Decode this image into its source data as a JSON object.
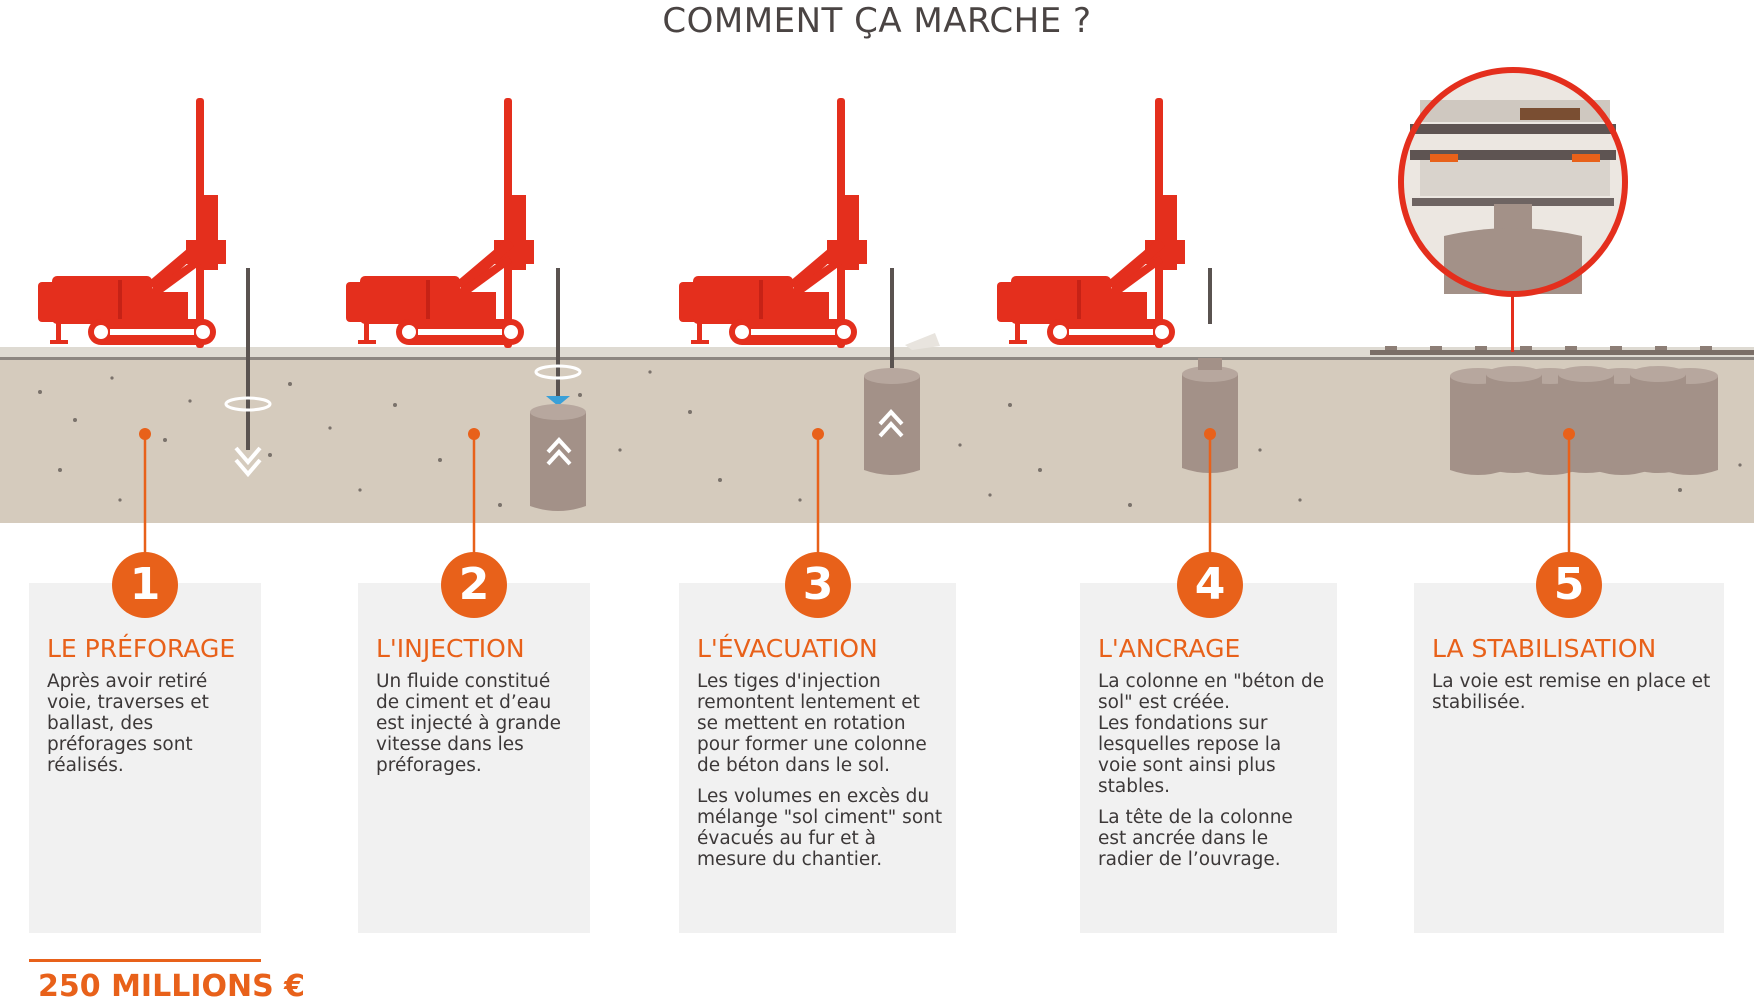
{
  "title": "COMMENT ÇA MARCHE ?",
  "colors": {
    "accent": "#e8611a",
    "machine": "#e42f1d",
    "ground": "#d5cbbd",
    "column": "#a39188",
    "card": "#f1f1f1"
  },
  "steps": [
    {
      "number": "1",
      "title": "LE PRÉFORAGE",
      "paragraphs": [
        "Après avoir retiré voie, traverses et ballast, des préforages sont réalisés."
      ]
    },
    {
      "number": "2",
      "title": "L'INJECTION",
      "paragraphs": [
        "Un fluide constitué de ciment et d’eau est injecté à grande vitesse dans les préforages."
      ]
    },
    {
      "number": "3",
      "title": "L'ÉVACUATION",
      "paragraphs": [
        "Les tiges d'injection remontent lentement et se mettent en rotation pour former une colonne de béton dans le sol.",
        "Les volumes en excès du mélange \"sol ciment\" sont évacués au fur et à mesure du chantier."
      ]
    },
    {
      "number": "4",
      "title": "L'ANCRAGE",
      "paragraphs": [
        "La colonne en \"béton de sol\" est créée.",
        "Les fondations sur lesquelles repose la voie sont ainsi plus stables.",
        "La tête de la colonne est ancrée dans le radier de l’ouvrage."
      ]
    },
    {
      "number": "5",
      "title": "LA STABILISATION",
      "paragraphs": [
        "La voie est remise en place et stabilisée."
      ]
    }
  ],
  "footer": {
    "partial_heading": "250 MILLIONS €"
  }
}
